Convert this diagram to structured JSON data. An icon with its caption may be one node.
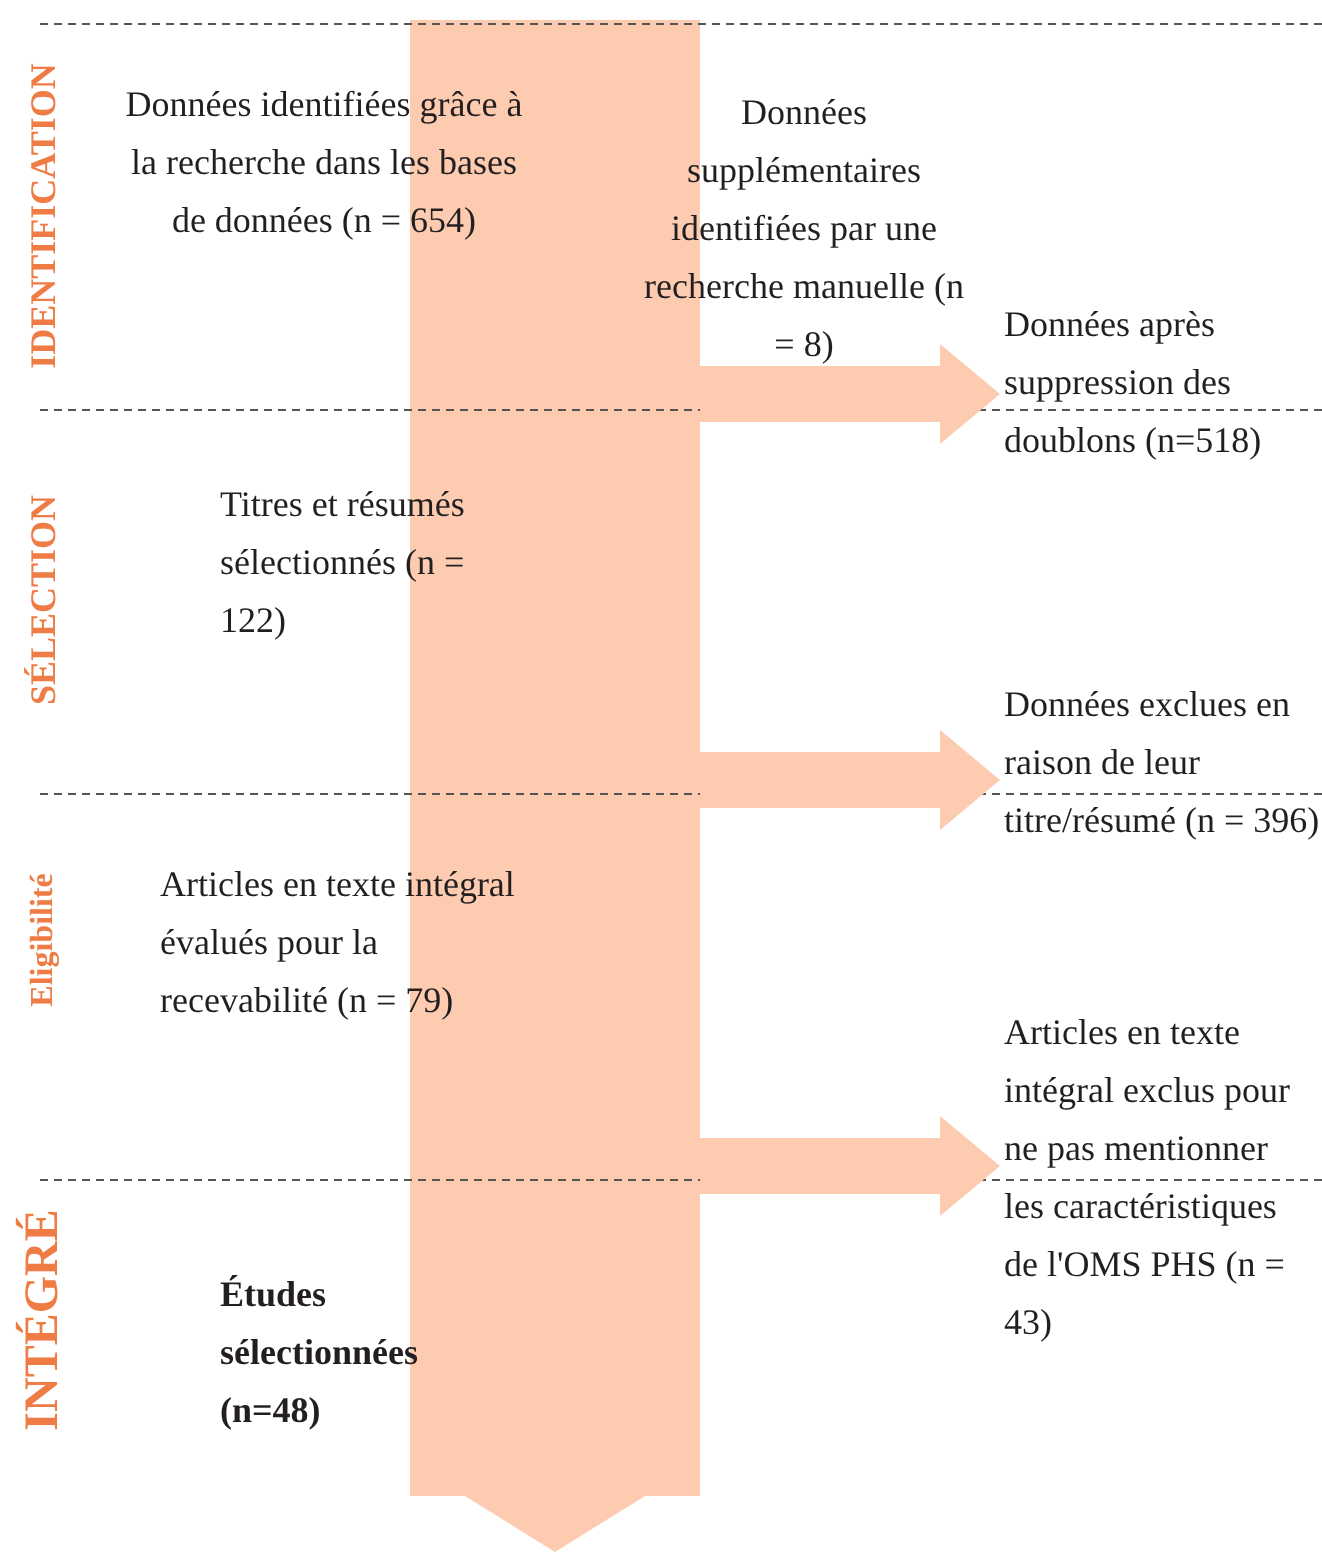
{
  "diagram": {
    "nodes": [
      {
        "text": [],
        "shape": "arrow"
      },
      {
        "text": [
          "Données identifiées grâce à la recherche dans les bases de données (n = 654)"
        ]
      },
      {
        "text": [
          "Données supplémentaires identifiées par une recherche manuelle (n = 8)"
        ]
      },
      {
        "text": [
          "Données après suppression des doublons (n=518)"
        ]
      },
      {
        "text": [
          "Titres et résumés sélectionnés (n = 122)"
        ]
      },
      {
        "text": [
          "Données exclues en raison de leur titre/résumé (n = 396)"
        ]
      },
      {
        "text": [
          "Articles en texte intégral évalués pour la recevabilité (n = 79)"
        ]
      },
      {
        "text": [
          "Articles en texte intégral exclus pour ne pas mentionner les caractéristiques de l'OMS PHS (n = 43)"
        ]
      },
      {
        "text": [
          "Études sélectionnées (n=48)"
        ]
      }
    ],
    "edges": [
      {
        "from": 0,
        "to": 3,
        "arrow": "to"
      },
      {
        "from": 0,
        "to": 5,
        "arrow": "to"
      },
      {
        "from": 0,
        "to": 7,
        "arrow": "to"
      }
    ],
    "labels": [
      "IDENTIFICATION",
      "SÉLECTION",
      "Eligibilité",
      "INTÉGRÉ"
    ]
  }
}
